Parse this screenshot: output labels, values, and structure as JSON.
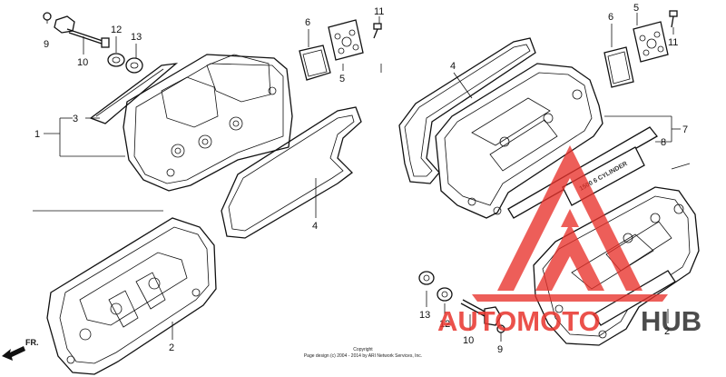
{
  "diagram": {
    "callouts": {
      "c1": "1",
      "c2a": "2",
      "c2b": "2",
      "c3": "3",
      "c4a": "4",
      "c4b": "4",
      "c5a": "5",
      "c5b": "5",
      "c6a": "6",
      "c6b": "6",
      "c7": "7",
      "c8": "8",
      "c9a": "9",
      "c9b": "9",
      "c10a": "10",
      "c10b": "10",
      "c11a": "11",
      "c11b": "11",
      "c12a": "12",
      "c12b": "12",
      "c13a": "13",
      "c13b": "13"
    },
    "direction_label": "FR.",
    "cover_marking": "1500 6 CYLINDER",
    "copyright": {
      "line1": "Copyright",
      "line2": "Page design (c) 2004 - 2014 by ARI Network Services, Inc."
    }
  },
  "watermark": {
    "text_left": "AUTOMOTO",
    "text_right": "HUB",
    "accent_color": "#e8322b",
    "dark_color": "#2d2d2d"
  }
}
